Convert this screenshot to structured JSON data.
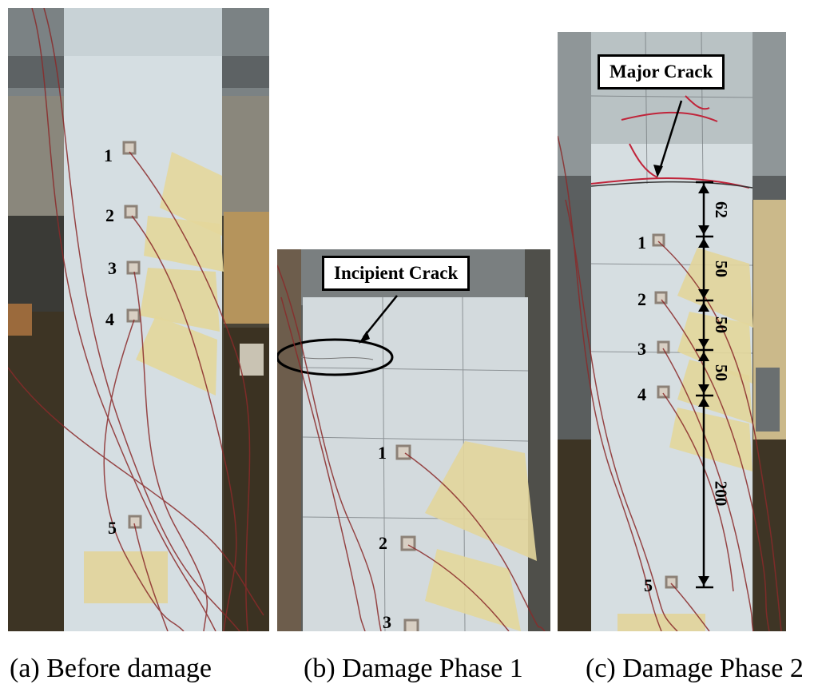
{
  "panels": {
    "a": {
      "caption": "(a) Before damage",
      "sensors": [
        "1",
        "2",
        "3",
        "4",
        "5"
      ]
    },
    "b": {
      "caption": "(b) Damage Phase 1",
      "sensors": [
        "1",
        "2",
        "3"
      ],
      "callout": "Incipient Crack"
    },
    "c": {
      "caption": "(c) Damage Phase 2",
      "sensors": [
        "1",
        "2",
        "3",
        "4",
        "5"
      ],
      "callout": "Major Crack",
      "dimensions": [
        "62",
        "50",
        "50",
        "50",
        "200"
      ]
    }
  }
}
